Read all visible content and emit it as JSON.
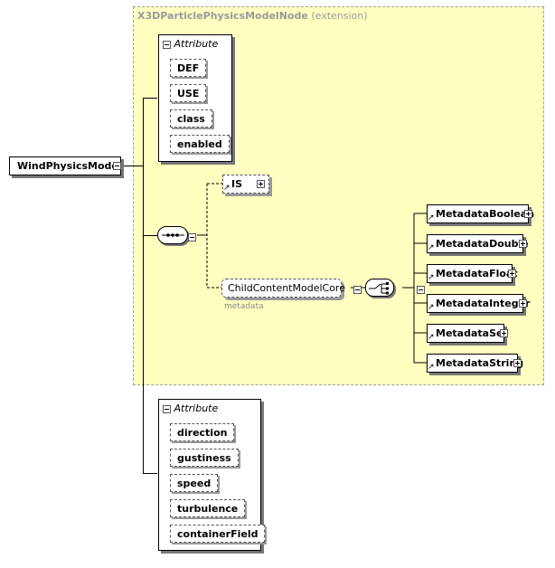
{
  "extension": {
    "type_name": "X3DParticlePhysicsModelNode",
    "suffix": "(extension)"
  },
  "root": {
    "label": "WindPhysicsModel"
  },
  "attr_group_top": {
    "header": "Attribute",
    "items": [
      "DEF",
      "USE",
      "class",
      "enabled"
    ]
  },
  "sequence": {
    "is_label": "IS",
    "core_label": "ChildContentModelCore",
    "core_annotation": "metadata"
  },
  "choice_items": [
    "MetadataBoolean",
    "MetadataDouble",
    "MetadataFloat",
    "MetadataInteger",
    "MetadataSet",
    "MetadataString"
  ],
  "attr_group_bottom": {
    "header": "Attribute",
    "items": [
      "direction",
      "gustiness",
      "speed",
      "turbulence",
      "containerField"
    ]
  }
}
